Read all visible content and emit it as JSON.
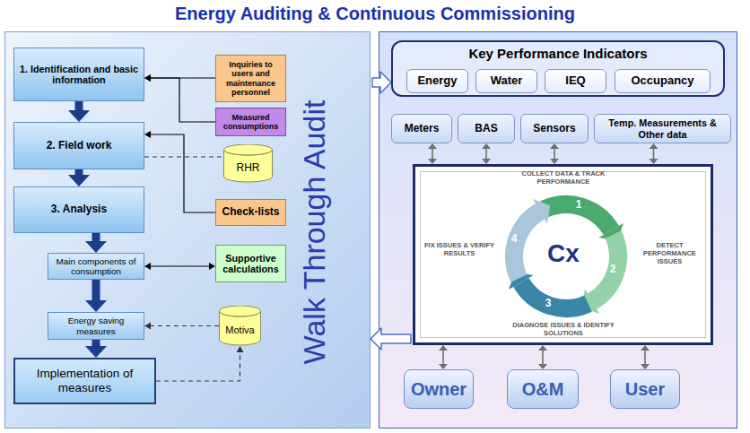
{
  "diagram": {
    "title": "Energy Auditing & Continuous Commissioning",
    "nodes": [
      {
        "text": [
          "Walk Through Audit"
        ]
      },
      {
        "text": [
          "1. Identification and basic information"
        ],
        "in": 0
      },
      {
        "text": [
          "Inquiries to users and maintenance personnel"
        ],
        "in": 0
      },
      {
        "text": [
          "Measured consumptions"
        ],
        "in": 0
      },
      {
        "text": [
          "2. Field work"
        ],
        "in": 0
      },
      {
        "text": [
          "RHR"
        ],
        "in": 0
      },
      {
        "text": [
          "3. Analysis"
        ],
        "in": 0
      },
      {
        "text": [
          "Check-lists"
        ],
        "in": 0
      },
      {
        "text": [
          "Main components of consumption"
        ],
        "in": 0
      },
      {
        "text": [
          "Supportive calculations"
        ],
        "in": 0
      },
      {
        "text": [
          "Energy saving measures"
        ],
        "in": 0
      },
      {
        "text": [
          "Motiva"
        ],
        "in": 0
      },
      {
        "text": [
          "Implementation of measures"
        ],
        "in": 0
      },
      {
        "text": [
          "Key Performance Indicators"
        ]
      },
      {
        "text": [
          "Energy"
        ],
        "in": 13
      },
      {
        "text": [
          "Water"
        ],
        "in": 13
      },
      {
        "text": [
          "IEQ"
        ],
        "in": 13
      },
      {
        "text": [
          "Occupancy"
        ],
        "in": 13
      },
      {
        "text": [
          "Meters"
        ]
      },
      {
        "text": [
          "BAS"
        ]
      },
      {
        "text": [
          "Sensors"
        ]
      },
      {
        "text": [
          "Temp. Measurements & Other data"
        ]
      },
      {
        "text": [
          "Cx"
        ]
      },
      {
        "text": [
          "Owner"
        ]
      },
      {
        "text": [
          "O&M"
        ]
      },
      {
        "text": [
          "User"
        ]
      }
    ],
    "edges": [
      {
        "from": 0,
        "to": 13,
        "arrow": "to"
      },
      {
        "from": 1,
        "to": 4,
        "arrow": "to"
      },
      {
        "from": 4,
        "to": 6,
        "arrow": "to"
      },
      {
        "from": 6,
        "to": 8,
        "arrow": "to"
      },
      {
        "from": 8,
        "to": 10,
        "arrow": "to"
      },
      {
        "from": 10,
        "to": 12,
        "arrow": "to"
      },
      {
        "from": 2,
        "to": 1,
        "arrow": "to"
      },
      {
        "from": 3,
        "to": 1,
        "arrow": "to"
      },
      {
        "from": 4,
        "to": 5,
        "arrow": "none"
      },
      {
        "from": 7,
        "to": 4,
        "arrow": "to"
      },
      {
        "from": 9,
        "to": 8,
        "arrow": "both"
      },
      {
        "from": 11,
        "to": 10,
        "arrow": "to"
      },
      {
        "from": 12,
        "to": 11,
        "arrow": "to"
      },
      {
        "from": 18,
        "to": 22,
        "arrow": "both"
      },
      {
        "from": 19,
        "to": 22,
        "arrow": "both"
      },
      {
        "from": 20,
        "to": 22,
        "arrow": "both"
      },
      {
        "from": 21,
        "to": 22,
        "arrow": "both"
      },
      {
        "from": 22,
        "to": 23,
        "arrow": "both"
      },
      {
        "from": 22,
        "to": 24,
        "arrow": "both"
      },
      {
        "from": 22,
        "to": 25,
        "arrow": "both"
      },
      {
        "from": 22,
        "to": 0,
        "arrow": "to"
      }
    ],
    "labels": [
      "COLLECT DATA & TRACK PERFORMANCE",
      "1",
      "DETECT PERFORMANCE ISSUES",
      "2",
      "DIAGNOSE ISSUES & IDENTIFY SOLUTIONS",
      "3",
      "FIX ISSUES & VERIFY RESULTS",
      "4"
    ]
  }
}
